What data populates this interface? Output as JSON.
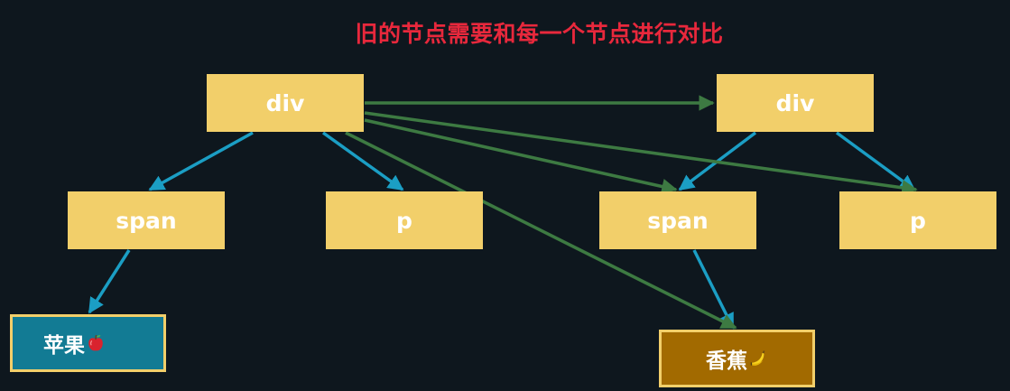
{
  "title": "旧的节点需要和每一个节点进行对比",
  "colors": {
    "background": "#0e171e",
    "title": "#e8283c",
    "node_fill": "#f2cf6a",
    "tree_edge": "#1b9ec4",
    "compare_edge": "#3d7a42",
    "apple_fill": "#127b94",
    "banana_fill": "#a26a00"
  },
  "old_tree": {
    "root": "div",
    "children": [
      "span",
      "p"
    ],
    "leaf": "苹果"
  },
  "new_tree": {
    "root": "div",
    "children": [
      "span",
      "p"
    ],
    "leaf": "香蕉"
  },
  "icons": {
    "apple": "apple-icon",
    "banana": "banana-icon"
  }
}
